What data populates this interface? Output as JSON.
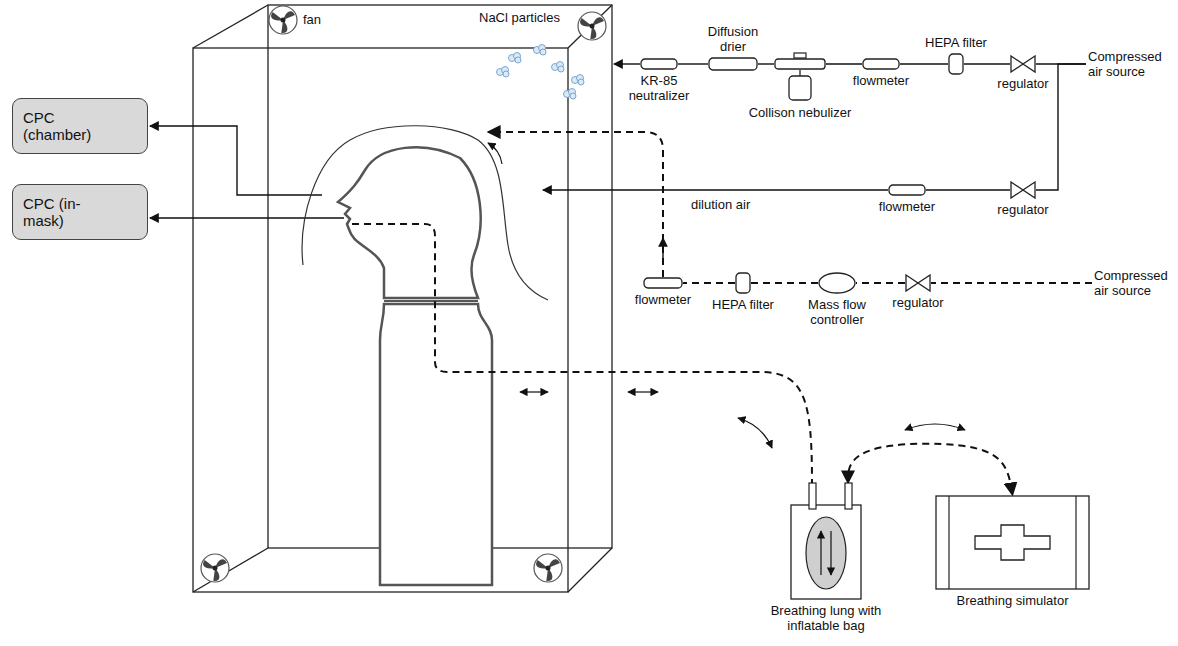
{
  "diagram": {
    "nodes": [
      {
        "text": [
          "CPC (chamber)"
        ]
      },
      {
        "text": [
          "CPC (in-mask)"
        ]
      },
      {
        "text": [
          "KR-85 neutralizer"
        ]
      },
      {
        "text": [
          "Diffusion drier"
        ]
      },
      {
        "text": [
          "Collison nebulizer"
        ]
      },
      {
        "text": [
          "flowmeter"
        ]
      },
      {
        "text": [
          "HEPA filter"
        ]
      },
      {
        "text": [
          "regulator"
        ]
      },
      {
        "text": [
          "Compressed air source"
        ]
      },
      {
        "text": [
          "flowmeter"
        ]
      },
      {
        "text": [
          "regulator"
        ]
      },
      {
        "text": [
          "flowmeter"
        ]
      },
      {
        "text": [
          "HEPA filter"
        ]
      },
      {
        "text": [
          "Mass flow controller"
        ]
      },
      {
        "text": [
          "regulator"
        ]
      },
      {
        "text": [
          "Compressed air source"
        ]
      },
      {
        "text": [
          "Breathing lung with inflatable bag"
        ]
      },
      {
        "text": [
          "Breathing simulator"
        ]
      }
    ],
    "edges": [
      {
        "from": 8,
        "to": 7,
        "arrow": "none"
      },
      {
        "from": 7,
        "to": 6,
        "arrow": "none"
      },
      {
        "from": 6,
        "to": 5,
        "arrow": "none"
      },
      {
        "from": 5,
        "to": 4,
        "arrow": "none"
      },
      {
        "from": 4,
        "to": 3,
        "arrow": "none"
      },
      {
        "from": 3,
        "to": 2,
        "arrow": "none"
      },
      {
        "from": 8,
        "to": 10,
        "arrow": "none"
      },
      {
        "from": 10,
        "to": 9,
        "arrow": "none"
      },
      {
        "from": 15,
        "to": 14,
        "arrow": "none"
      },
      {
        "from": 14,
        "to": 13,
        "arrow": "none"
      },
      {
        "from": 13,
        "to": 12,
        "arrow": "none"
      },
      {
        "from": 12,
        "to": 11,
        "arrow": "none"
      },
      {
        "from": 16,
        "to": 17,
        "arrow": "both"
      }
    ],
    "labels": [
      "fan",
      "NaCl particles",
      "dilution air"
    ]
  }
}
